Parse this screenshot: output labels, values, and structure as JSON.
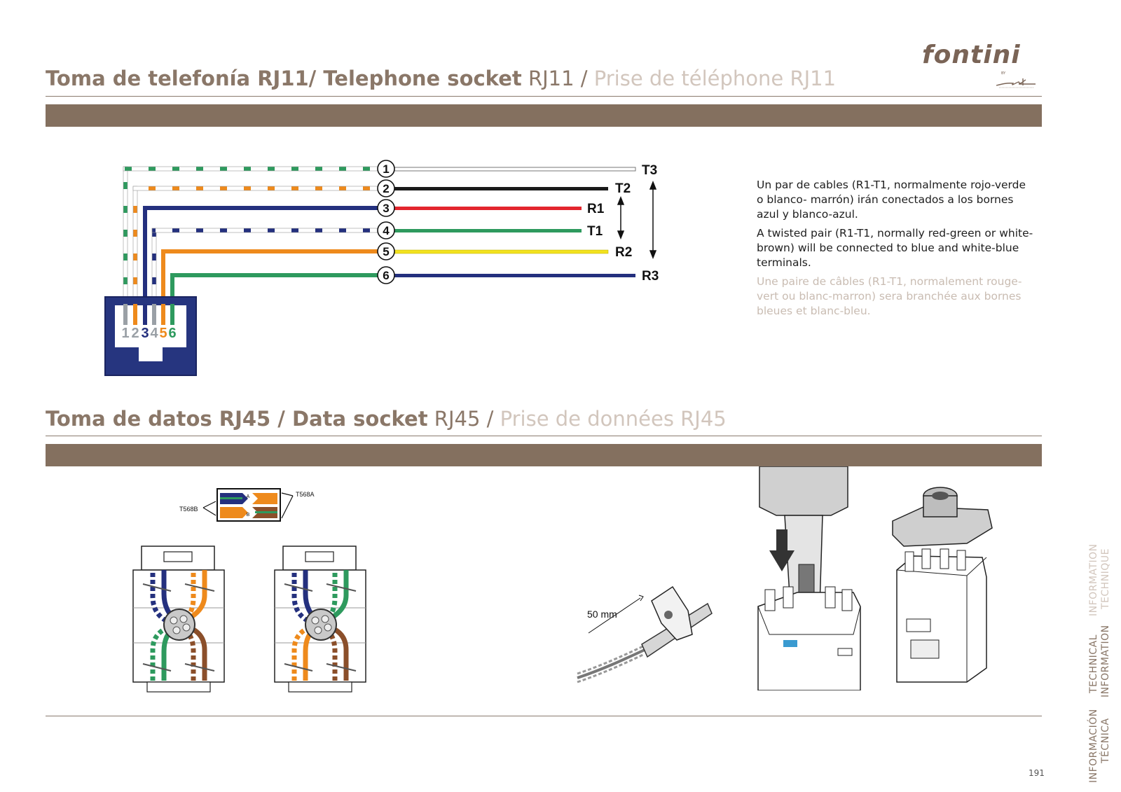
{
  "brand": {
    "logo": "fontini",
    "by": "BY",
    "colors": {
      "accent": "#84705f",
      "title": "#8a7768",
      "title_light": "#d2c6bd"
    }
  },
  "rj11": {
    "title_es": "Toma de telefonía RJ11/",
    "title_en_bold": " Telephone socket",
    "title_en_model": " RJ11 /",
    "title_fr": " Prise de téléphone  RJ11",
    "pin_numbers": [
      "1",
      "2",
      "3",
      "4",
      "5",
      "6"
    ],
    "terminal_labels": {
      "T3": "T3",
      "T2": "T2",
      "R1": "R1",
      "T1": "T1",
      "R2": "R2",
      "R3": "R3"
    },
    "socket_pins": [
      "1",
      "2",
      "3",
      "4",
      "5",
      "6"
    ],
    "description_es": "Un par de cables (R1-T1, normalmente rojo-verde o blanco- marrón) irán conectados a los bornes azul y blanco-azul.",
    "description_en": "A twisted pair (R1-T1, normally red-green or white-brown) will be connected to blue and white-blue terminals.",
    "description_fr": "Une paire de câbles (R1-T1, normalement rouge-vert ou blanc-marron) sera branchée aux bornes bleues et blanc-bleu."
  },
  "rj45": {
    "title_es": "Toma de datos RJ45 /",
    "title_en_bold": " Data socket",
    "title_en_model": " RJ45 /",
    "title_fr": " Prise de données  RJ45",
    "label_t568b": "T568B",
    "label_t568a": "T568A",
    "label_a": "A",
    "label_b": "B",
    "measure": "50 mm"
  },
  "sidebar": {
    "es_line1": "INFORMACIÓN",
    "es_line2": "TÉCNICA",
    "en_line1": "TECHNICAL",
    "en_line2": "INFORMATION",
    "fr_line1": "INFORMATION",
    "fr_line2": "TECHNIQUE"
  },
  "page_number": "191"
}
